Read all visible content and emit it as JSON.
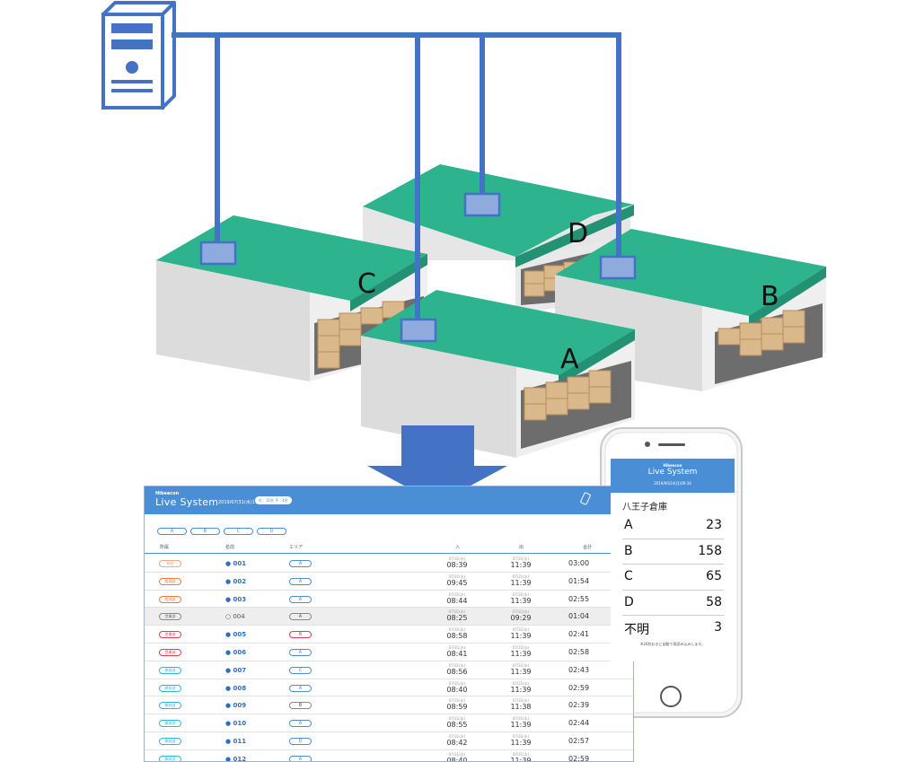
{
  "warehouses": [
    {
      "label": "C"
    },
    {
      "label": "D"
    },
    {
      "label": "B"
    },
    {
      "label": "A"
    }
  ],
  "colors": {
    "roof": "#2db38e",
    "wall": "#e9e9e9",
    "link": "#4472c4",
    "arrow": "#4472c4",
    "accent": "#4a8fd6"
  },
  "dashboard": {
    "brand_small": "Hibeacon",
    "brand": "Live System",
    "date": "2019/07/31(水)11:40",
    "counts": "在 : 10名  不 : 4名",
    "tabs": [
      "A",
      "B",
      "C",
      "D"
    ],
    "headers": {
      "dept": "所属",
      "name": "名前",
      "area": "エリア",
      "in": "入",
      "out": "出",
      "total": "合計"
    },
    "rows": [
      {
        "dept": "総務",
        "dept_type": "kirmu",
        "name": "● 001",
        "area": "A",
        "area_type": "blue",
        "in_date": "07/31(水)",
        "in_time": "08:39",
        "out_date": "07/31(水)",
        "out_time": "11:39",
        "total": "03:00",
        "off": false
      },
      {
        "dept": "経理部",
        "dept_type": "keiri",
        "name": "● 002",
        "area": "A",
        "area_type": "blue",
        "in_date": "07/31(水)",
        "in_time": "09:45",
        "out_date": "07/31(水)",
        "out_time": "11:39",
        "total": "01:54",
        "off": false
      },
      {
        "dept": "経理部",
        "dept_type": "keiri",
        "name": "● 003",
        "area": "A",
        "area_type": "blue",
        "in_date": "07/31(水)",
        "in_time": "08:44",
        "out_date": "07/31(水)",
        "out_time": "11:39",
        "total": "02:55",
        "off": false
      },
      {
        "dept": "営業部",
        "dept_type": "gray",
        "name": "○ 004",
        "area": "A",
        "area_type": "gray",
        "in_date": "07/31(水)",
        "in_time": "08:25",
        "out_date": "07/31(水)",
        "out_time": "09:29",
        "total": "01:04",
        "off": true
      },
      {
        "dept": "営業部",
        "dept_type": "eigyo",
        "name": "● 005",
        "area": "B",
        "area_type": "red",
        "in_date": "07/31(水)",
        "in_time": "08:58",
        "out_date": "07/31(水)",
        "out_time": "11:39",
        "total": "02:41",
        "off": false
      },
      {
        "dept": "営業部",
        "dept_type": "eigyo",
        "name": "● 006",
        "area": "A",
        "area_type": "blue",
        "in_date": "07/31(水)",
        "in_time": "08:41",
        "out_date": "07/31(水)",
        "out_time": "11:39",
        "total": "02:58",
        "off": false
      },
      {
        "dept": "開発部",
        "dept_type": "kaihatsu",
        "name": "● 007",
        "area": "C",
        "area_type": "blue",
        "in_date": "07/31(水)",
        "in_time": "08:56",
        "out_date": "07/31(水)",
        "out_time": "11:39",
        "total": "02:43",
        "off": false
      },
      {
        "dept": "開発部",
        "dept_type": "kaihatsu",
        "name": "● 008",
        "area": "A",
        "area_type": "blue",
        "in_date": "07/31(水)",
        "in_time": "08:40",
        "out_date": "07/31(水)",
        "out_time": "11:39",
        "total": "02:59",
        "off": false
      },
      {
        "dept": "開発部",
        "dept_type": "kaihatsu",
        "name": "● 009",
        "area": "B",
        "area_type": "gray",
        "in_date": "07/31(水)",
        "in_time": "08:59",
        "out_date": "07/31(水)",
        "out_time": "11:38",
        "total": "02:39",
        "off": false
      },
      {
        "dept": "開発部",
        "dept_type": "kaihatsu",
        "name": "● 010",
        "area": "A",
        "area_type": "blue",
        "in_date": "07/31(水)",
        "in_time": "08:55",
        "out_date": "07/31(水)",
        "out_time": "11:39",
        "total": "02:44",
        "off": false
      },
      {
        "dept": "開発部",
        "dept_type": "kaihatsu",
        "name": "● 011",
        "area": "D",
        "area_type": "blue",
        "in_date": "07/31(水)",
        "in_time": "08:42",
        "out_date": "07/31(水)",
        "out_time": "11:39",
        "total": "02:57",
        "off": false
      },
      {
        "dept": "開発部",
        "dept_type": "kaihatsu",
        "name": "● 012",
        "area": "A",
        "area_type": "blue",
        "in_date": "07/31(水)",
        "in_time": "08:40",
        "out_date": "07/31(水)",
        "out_time": "11:39",
        "total": "02:59",
        "off": false
      }
    ]
  },
  "phone": {
    "brand_small": "Hibeacon",
    "brand": "Live System",
    "date": "2019/06/24(月)09:34",
    "warehouse_name": "八王子倉庫",
    "rows": [
      {
        "label": "A",
        "value": "23"
      },
      {
        "label": "B",
        "value": "158"
      },
      {
        "label": "C",
        "value": "65"
      },
      {
        "label": "D",
        "value": "58"
      },
      {
        "label": "不明",
        "value": "3"
      }
    ],
    "note": "※20秒おきに自動で再読み込みします。"
  }
}
